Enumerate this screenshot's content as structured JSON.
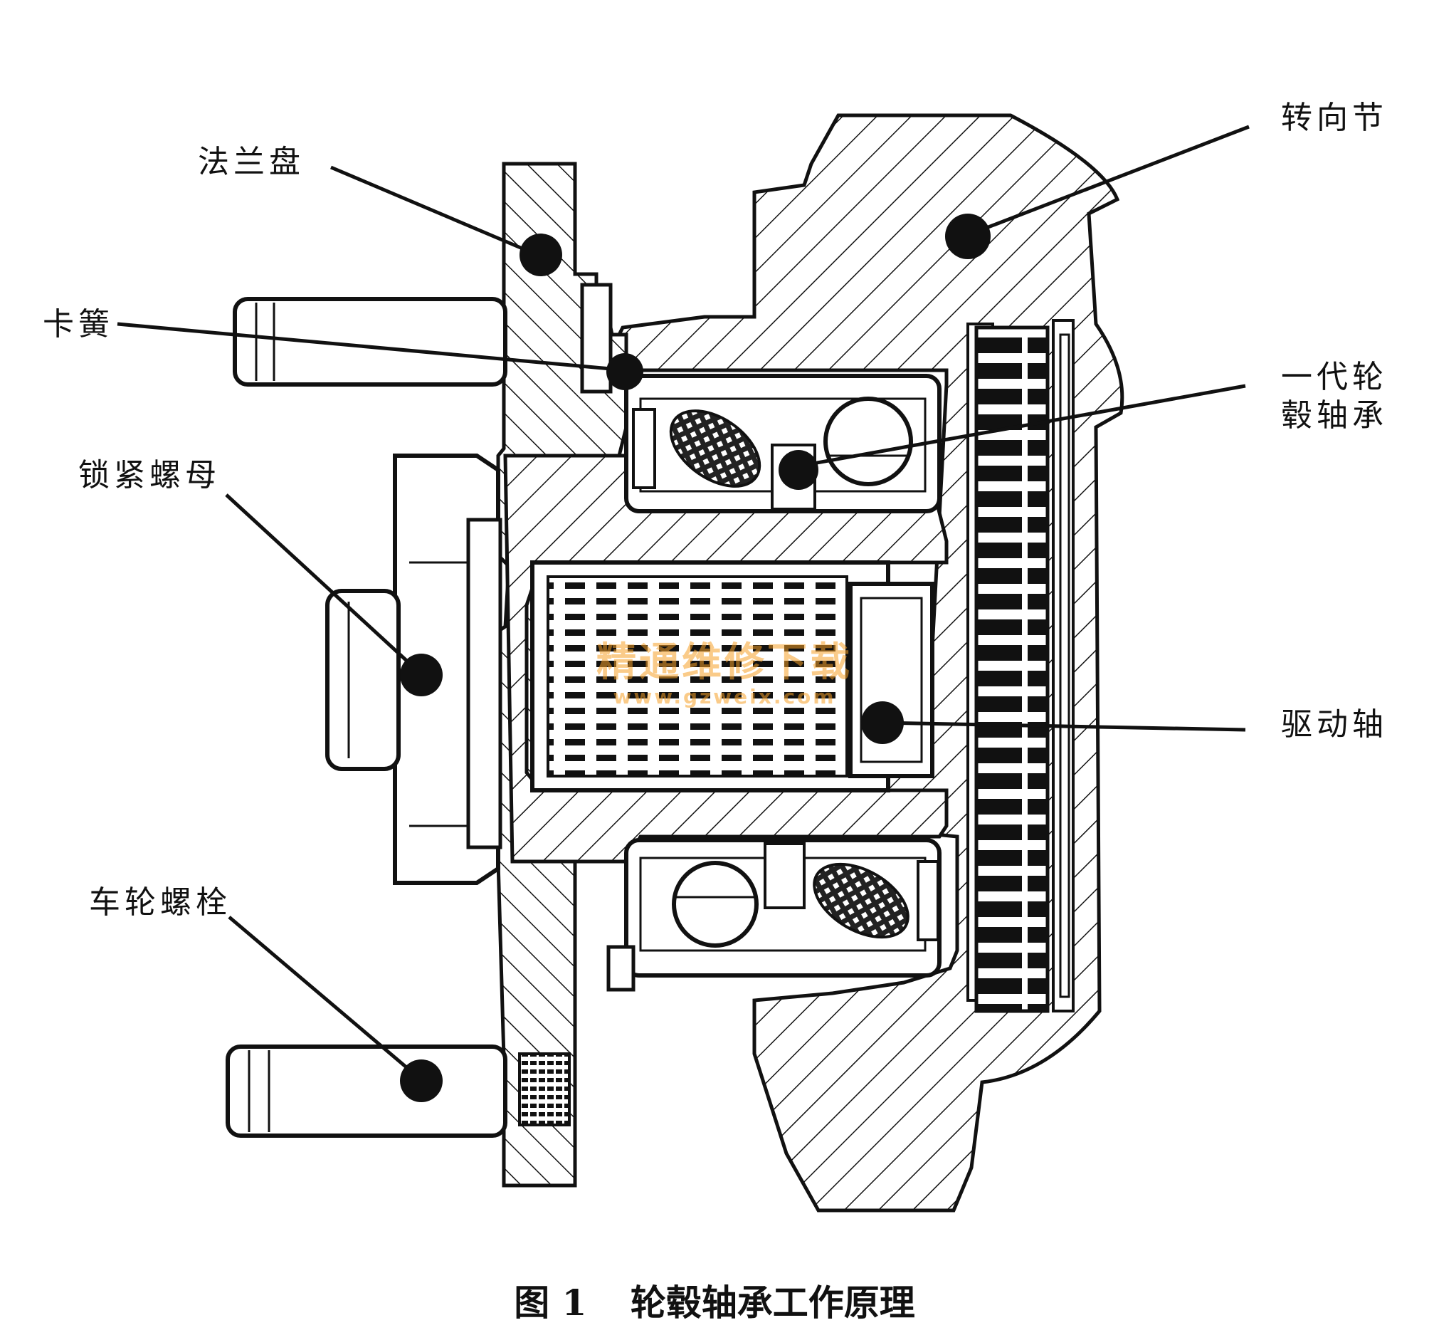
{
  "labels": {
    "flange": "法兰盘",
    "circlip": "卡簧",
    "lock_nut": "锁紧螺母",
    "wheel_bolt": "车轮螺栓",
    "steering_knuckle": "转向节",
    "bearing_line1": "一代轮",
    "bearing_line2": "毂轴承",
    "drive_shaft": "驱动轴"
  },
  "caption": {
    "figure_no": "图 1",
    "title": "轮毂轴承工作原理"
  },
  "watermark": {
    "line1": "精通维修下载",
    "line2": "www.gzweix.com"
  }
}
